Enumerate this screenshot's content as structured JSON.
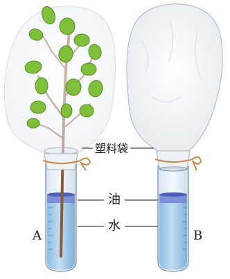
{
  "labels": {
    "bag": "塑料袋",
    "oil": "油",
    "water": "水",
    "tube_a": "A",
    "tube_b": "B"
  },
  "colors": {
    "water": "#a9cde9",
    "oil": "#6b7fd0",
    "bag": "#eef1f5",
    "leaf": "#7fbf3a",
    "stem": "#8a5a3b",
    "string": "#c48a45"
  }
}
